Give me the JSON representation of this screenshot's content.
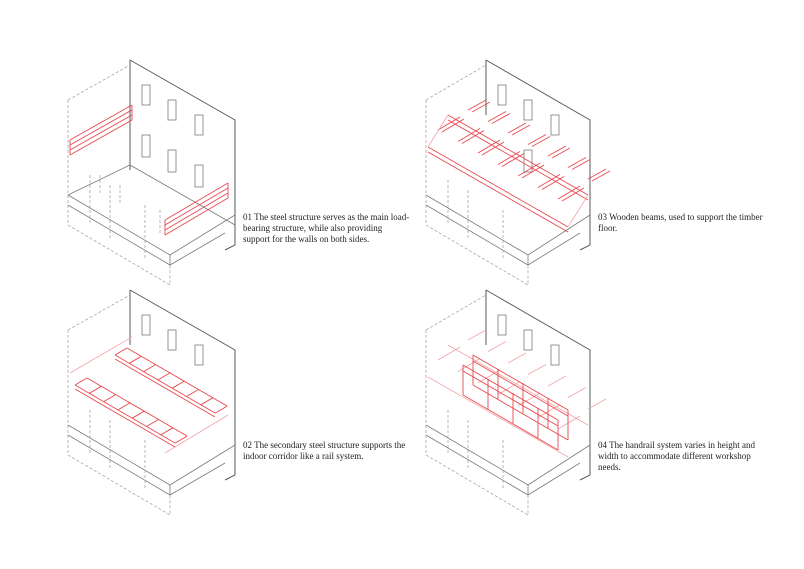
{
  "accent_color": "#e8484f",
  "panels": [
    {
      "id": "01",
      "caption": "01 The steel structure serves as the main load-bearing structure, while also providing support for the walls on both sides."
    },
    {
      "id": "03",
      "caption": "03 Wooden beams, used to support the timber floor."
    },
    {
      "id": "02",
      "caption": "02 The secondary steel structure supports the indoor corridor like a rail system."
    },
    {
      "id": "04",
      "caption": "04 The handrail system varies in height and width to accommodate different workshop needs."
    }
  ]
}
